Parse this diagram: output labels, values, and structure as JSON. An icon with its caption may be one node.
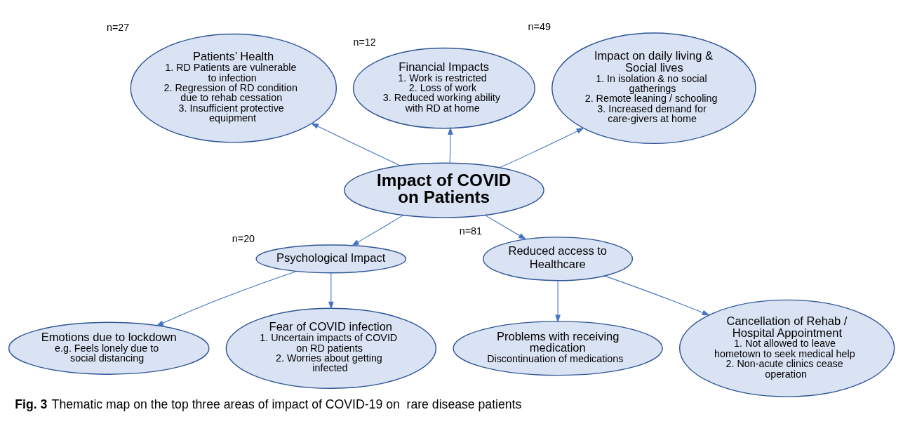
{
  "diagram": {
    "caption": "**Fig. 3** Thematic map on the top three areas of impact of COVID-19 on  rare disease patients",
    "nodes": [
      {
        "text": [
          "Patients’ Health",
          "1. RD Patients are vulnerable to infection",
          "2. Regression of RD condition due to rehab cessation",
          "3. Insufficient protective equipment"
        ],
        "beside": [
          "n=27"
        ]
      },
      {
        "text": [
          "Financial Impacts",
          "1. Work is restricted",
          "2. Loss of work",
          "3. Reduced working ability with RD at home"
        ],
        "beside": [
          "n=12"
        ]
      },
      {
        "text": [
          "Impact of COVID on Patients"
        ]
      },
      {
        "text": [
          "Impact on daily living & Social lives",
          "1. In isolation & no social gatherings",
          "2. Remote leaning / schooling",
          "3. Increased demand for care-givers at home"
        ],
        "beside": [
          "n=49"
        ]
      },
      {
        "text": [
          "Psychological Impact"
        ],
        "beside": [
          "n=20"
        ]
      },
      {
        "text": [
          "Reduced access to Healthcare"
        ],
        "beside": [
          "n=81"
        ]
      },
      {
        "text": [
          "Emotions due to lockdown",
          "e.g. Feels lonely due to social distancing"
        ]
      },
      {
        "text": [
          "Fear of COVID infection",
          "1. Uncertain impacts of COVID on RD patients",
          "2. Worries about getting infected"
        ]
      },
      {
        "text": [
          "Problems with receiving medication",
          "Discontinuation of medications"
        ]
      },
      {
        "text": [
          "Cancellation of Rehab / Hospital Appointment",
          "1. Not allowed to leave hometown to seek medical help",
          "2. Non-acute clinics cease operation"
        ]
      }
    ],
    "edges": [
      {
        "from": 2,
        "to": 0,
        "arrow": "to"
      },
      {
        "from": 2,
        "to": 1,
        "arrow": "to"
      },
      {
        "from": 2,
        "to": 3,
        "arrow": "to"
      },
      {
        "from": 2,
        "to": 4,
        "arrow": "to"
      },
      {
        "from": 2,
        "to": 5,
        "arrow": "to"
      },
      {
        "from": 4,
        "to": 6,
        "arrow": "to"
      },
      {
        "from": 4,
        "to": 7,
        "arrow": "to"
      },
      {
        "from": 5,
        "to": 8,
        "arrow": "to"
      },
      {
        "from": 5,
        "to": 9,
        "arrow": "to"
      }
    ]
  }
}
